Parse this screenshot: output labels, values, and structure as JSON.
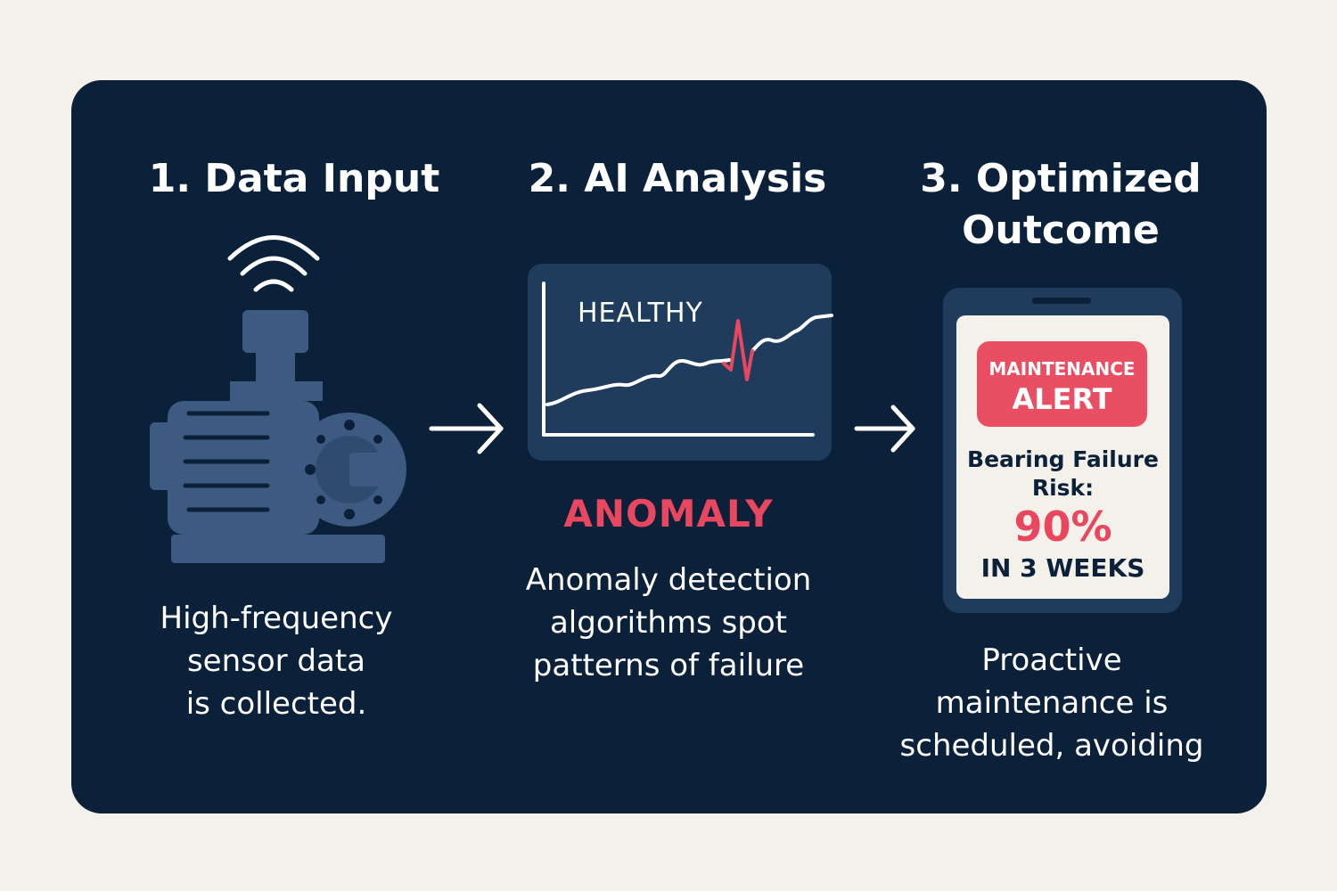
{
  "steps": [
    {
      "title": "1. Data Input",
      "description": [
        "High-frequency",
        "sensor data",
        "is collected."
      ]
    },
    {
      "title": "2. AI Analysis",
      "description": [
        "Anomaly detection",
        "algorithms spot",
        "patterns of failure"
      ]
    },
    {
      "title_lines": [
        "3. Optimized",
        "Outcome"
      ],
      "description": [
        "Proactive",
        "maintenance is",
        "scheduled, avoiding"
      ]
    }
  ],
  "analysis": {
    "chart_label": "HEALTHY",
    "anomaly_label": "ANOMALY"
  },
  "alert": {
    "line1": "MAINTENANCE",
    "line2": "ALERT",
    "risk_lines": [
      "Bearing Failure",
      "Risk:"
    ],
    "risk_value": "90%",
    "timeframe": "IN 3 WEEKS"
  },
  "icons": [
    "wifi-icon",
    "motor-icon",
    "arrow-right-icon",
    "trend-chart-icon",
    "phone-icon"
  ],
  "colors": {
    "background": "#f4f1eb",
    "panel": "#0b2039",
    "accent": "#e94660",
    "icon": "#3d5b80",
    "chart_bg": "#1f3c5c"
  }
}
